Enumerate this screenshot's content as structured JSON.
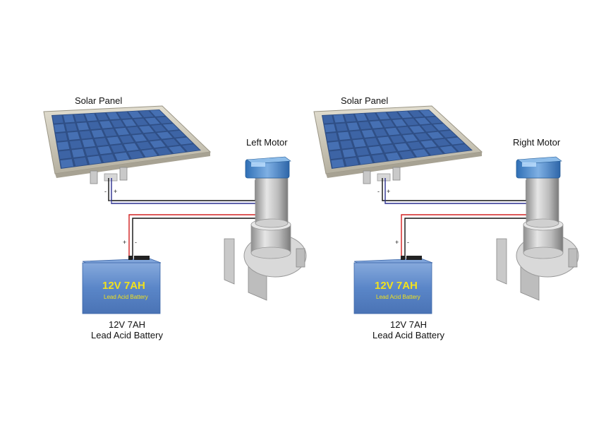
{
  "left": {
    "panel_label": "Solar Panel",
    "motor_label": "Left Motor",
    "battery_caption_line1": "12V 7AH",
    "battery_caption_line2": "Lead Acid Battery",
    "battery_face_title": "12V 7AH",
    "battery_face_sub": "Lead Acid Battery",
    "panel_minus": "-",
    "panel_plus": "+",
    "battery_plus": "+",
    "battery_minus": "-"
  },
  "right": {
    "panel_label": "Solar Panel",
    "motor_label": "Right Motor",
    "battery_caption_line1": "12V 7AH",
    "battery_caption_line2": "Lead Acid Battery",
    "battery_face_title": "12V 7AH",
    "battery_face_sub": "Lead Acid Battery",
    "panel_minus": "-",
    "panel_plus": "+",
    "battery_plus": "+",
    "battery_minus": "-"
  },
  "colors": {
    "panel_frame": "#cfcab8",
    "cell": "#3f64a6",
    "battery_body": "#5b8bd0",
    "battery_text": "#f2e21c",
    "motor_cap": "#4a86c9",
    "wire_red": "#d22020",
    "wire_blue": "#2a2f8f",
    "wire_black": "#111111"
  }
}
